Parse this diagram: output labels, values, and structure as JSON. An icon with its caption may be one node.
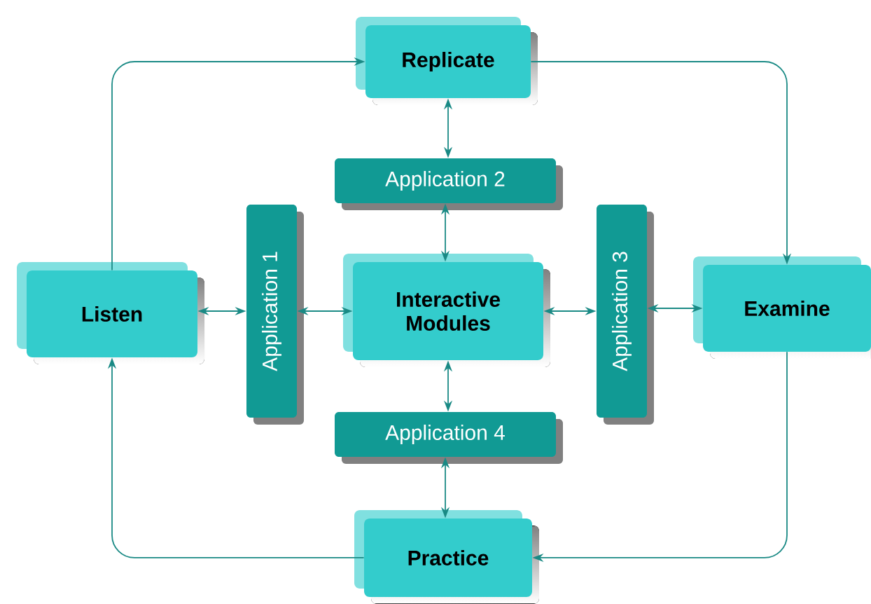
{
  "diagram": {
    "nodes": [
      {
        "text": [
          "Replicate"
        ]
      },
      {
        "text": [
          "Application 2"
        ]
      },
      {
        "text": [
          "Application 1"
        ]
      },
      {
        "text": [
          "Interactive Modules"
        ]
      },
      {
        "text": [
          "Application 3"
        ]
      },
      {
        "text": [
          "Listen"
        ]
      },
      {
        "text": [
          "Examine"
        ]
      },
      {
        "text": [
          "Application 4"
        ]
      },
      {
        "text": [
          "Practice"
        ]
      }
    ],
    "edges": [
      {
        "from": 5,
        "to": 0,
        "arrow": "to"
      },
      {
        "from": 0,
        "to": 6,
        "arrow": "to"
      },
      {
        "from": 6,
        "to": 8,
        "arrow": "to"
      },
      {
        "from": 8,
        "to": 5,
        "arrow": "to"
      },
      {
        "from": 0,
        "to": 1,
        "arrow": "both"
      },
      {
        "from": 1,
        "to": 3,
        "arrow": "both"
      },
      {
        "from": 3,
        "to": 7,
        "arrow": "both"
      },
      {
        "from": 7,
        "to": 8,
        "arrow": "both"
      },
      {
        "from": 5,
        "to": 2,
        "arrow": "both"
      },
      {
        "from": 2,
        "to": 3,
        "arrow": "both"
      },
      {
        "from": 3,
        "to": 4,
        "arrow": "both"
      },
      {
        "from": 4,
        "to": 6,
        "arrow": "both"
      }
    ]
  }
}
